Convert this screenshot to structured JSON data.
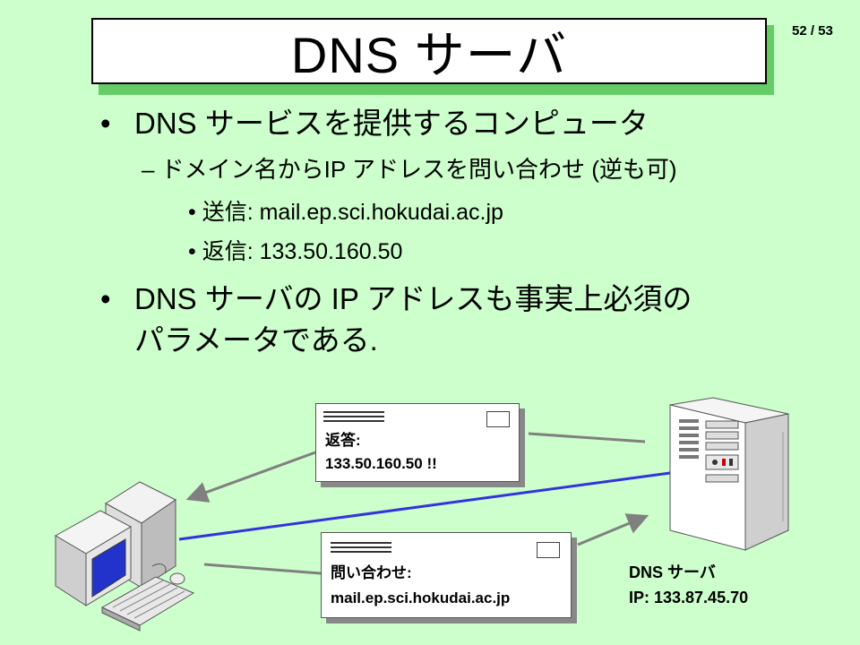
{
  "slide": {
    "title": "DNS サーバ",
    "page_number": "52 / 53"
  },
  "bullets": {
    "b1": {
      "dot": "•",
      "text": "DNS サービスを提供するコンピュータ"
    },
    "b1_sub": "– ドメイン名からIP アドレスを問い合わせ (逆も可)",
    "b1_sub_send": "• 送信: mail.ep.sci.hokudai.ac.jp",
    "b1_sub_reply": "• 返信: 133.50.160.50",
    "b2": {
      "dot": "•",
      "line1": "DNS サーバの IP アドレスも事実上必須の",
      "line2": "パラメータである."
    }
  },
  "diagram": {
    "reply_message": {
      "line1": "返答:",
      "line2": "133.50.160.50 !!"
    },
    "query_message": {
      "line1": "問い合わせ:",
      "line2": "mail.ep.sci.hokudai.ac.jp"
    },
    "dns_server": {
      "line1": "DNS サーバ",
      "line2": "IP: 133.87.45.70"
    },
    "icons": [
      "client-pc-icon",
      "server-tower-icon",
      "envelope-icon"
    ],
    "colors": {
      "network_link": "#3333dd",
      "arrow": "#808080",
      "background": "#ccffcc",
      "title_shadow": "#66cc66"
    }
  }
}
